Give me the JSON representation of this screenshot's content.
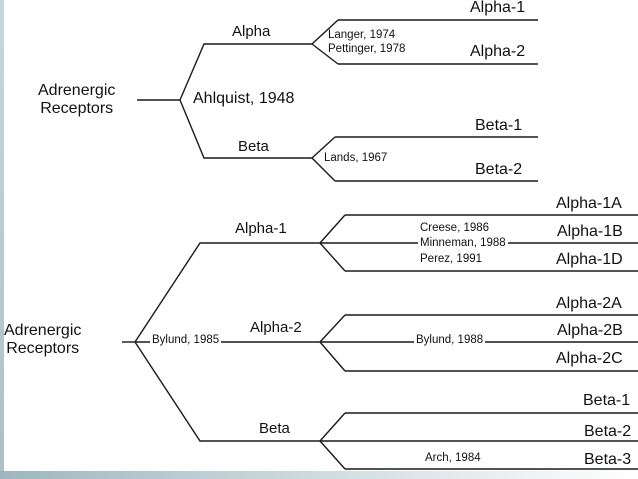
{
  "diagram1": {
    "root": [
      "Adrenergic",
      "Receptors"
    ],
    "root_citation": "Ahlquist, 1948",
    "branches": [
      {
        "label": "Alpha",
        "citations": [
          "Langer, 1974",
          "Pettinger, 1978"
        ],
        "leaves": [
          "Alpha-1",
          "Alpha-2"
        ]
      },
      {
        "label": "Beta",
        "citations": [
          "Lands, 1967"
        ],
        "leaves": [
          "Beta-1",
          "Beta-2"
        ]
      }
    ]
  },
  "diagram2": {
    "root": [
      "Adrenergic",
      "Receptors"
    ],
    "root_citation": "Bylund, 1985",
    "branches": [
      {
        "label": "Alpha-1",
        "citations": [
          "Creese, 1986",
          "Minneman, 1988",
          "Perez, 1991"
        ],
        "leaves": [
          "Alpha-1A",
          "Alpha-1B",
          "Alpha-1D"
        ]
      },
      {
        "label": "Alpha-2",
        "citations": [
          "Bylund, 1988"
        ],
        "leaves": [
          "Alpha-2A",
          "Alpha-2B",
          "Alpha-2C"
        ]
      },
      {
        "label": "Beta",
        "citations": [
          "Arch, 1984"
        ],
        "leaves": [
          "Beta-1",
          "Beta-2",
          "Beta-3"
        ]
      }
    ]
  }
}
